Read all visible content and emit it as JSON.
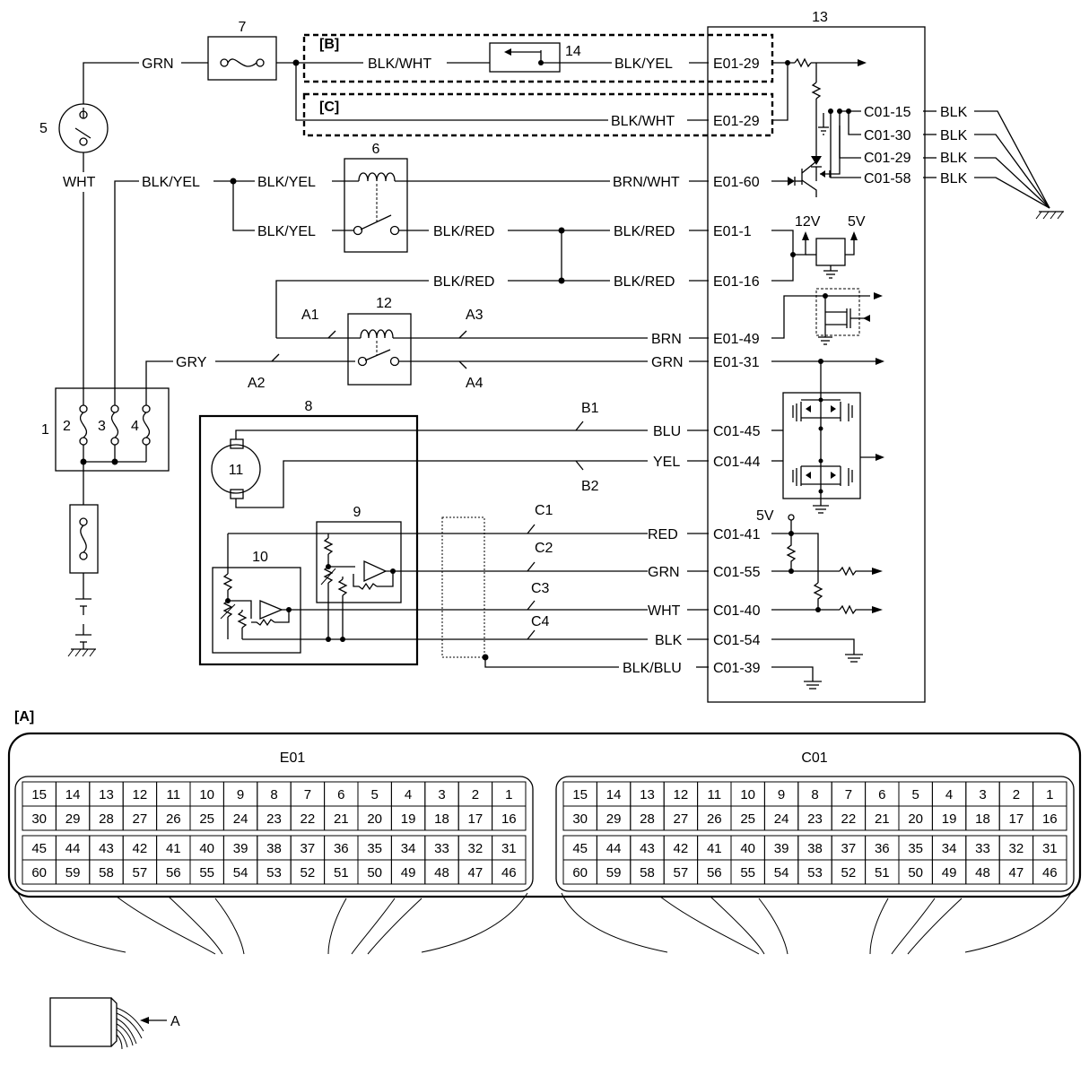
{
  "components": {
    "n1": "1",
    "n2": "2",
    "n3": "3",
    "n4": "4",
    "n5": "5",
    "n6": "6",
    "n7": "7",
    "n8": "8",
    "n9": "9",
    "n10": "10",
    "n11": "11",
    "n12": "12",
    "n13": "13",
    "n14": "14"
  },
  "sections": {
    "A": "[A]",
    "B": "[B]",
    "C": "[C]"
  },
  "terminals": {
    "A1": "A1",
    "A2": "A2",
    "A3": "A3",
    "A4": "A4",
    "B1": "B1",
    "B2": "B2",
    "C1": "C1",
    "C2": "C2",
    "C3": "C3",
    "C4": "C4"
  },
  "wires": {
    "grn_top": "GRN",
    "wht_left": "WHT",
    "blkwht_b": "BLK/WHT",
    "blkyel_b": "BLK/YEL",
    "blkwht_c": "BLK/WHT",
    "blkyel_main": "BLK/YEL",
    "blkyel_relay_top": "BLK/YEL",
    "blkyel_relay_bot": "BLK/YEL",
    "brnwht": "BRN/WHT",
    "blkred_relay": "BLK/RED",
    "blkred_e1": "BLK/RED",
    "blkred_left": "BLK/RED",
    "blkred_e16": "BLK/RED",
    "brn": "BRN",
    "gry": "GRY",
    "grn_e31": "GRN",
    "blu": "BLU",
    "yel": "YEL",
    "red": "RED",
    "grn_c55": "GRN",
    "wht_c40": "WHT",
    "blk_c54": "BLK",
    "blkblu": "BLK/BLU",
    "blk_g1": "BLK",
    "blk_g2": "BLK",
    "blk_g3": "BLK",
    "blk_g4": "BLK"
  },
  "pins": {
    "e01_29_b": "E01-29",
    "e01_29_c": "E01-29",
    "e01_60": "E01-60",
    "e01_1": "E01-1",
    "e01_16": "E01-16",
    "e01_49": "E01-49",
    "e01_31": "E01-31",
    "c01_45": "C01-45",
    "c01_44": "C01-44",
    "c01_41": "C01-41",
    "c01_55": "C01-55",
    "c01_40": "C01-40",
    "c01_54": "C01-54",
    "c01_39": "C01-39",
    "c01_15": "C01-15",
    "c01_30": "C01-30",
    "c01_29": "C01-29",
    "c01_58": "C01-58"
  },
  "voltages": {
    "v12": "12V",
    "v5": "5V",
    "v5b": "5V"
  },
  "connector_view": {
    "left_title": "E01",
    "right_title": "C01",
    "rows": [
      [
        "15",
        "14",
        "13",
        "12",
        "11",
        "10",
        "9",
        "8",
        "7",
        "6",
        "5",
        "4",
        "3",
        "2",
        "1"
      ],
      [
        "30",
        "29",
        "28",
        "27",
        "26",
        "25",
        "24",
        "23",
        "22",
        "21",
        "20",
        "19",
        "18",
        "17",
        "16"
      ],
      [
        "45",
        "44",
        "43",
        "42",
        "41",
        "40",
        "39",
        "38",
        "37",
        "36",
        "35",
        "34",
        "33",
        "32",
        "31"
      ],
      [
        "60",
        "59",
        "58",
        "57",
        "56",
        "55",
        "54",
        "53",
        "52",
        "51",
        "50",
        "49",
        "48",
        "47",
        "46"
      ]
    ],
    "harness_label": "A"
  }
}
